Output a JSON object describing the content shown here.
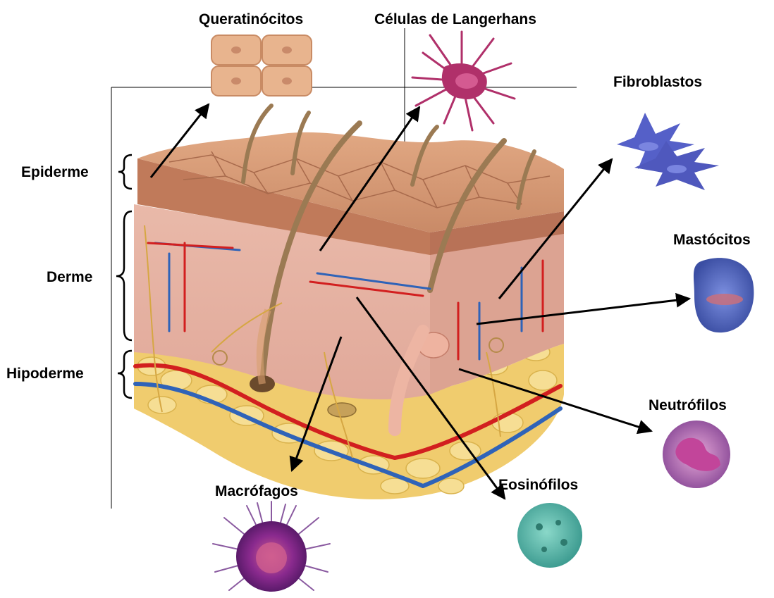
{
  "layers": {
    "epidermis": "Epiderme",
    "dermis": "Derme",
    "hypodermis": "Hipoderme"
  },
  "cells": {
    "keratinocytes": "Queratinócitos",
    "langerhans": "Células de Langerhans",
    "fibroblasts": "Fibroblastos",
    "mast_cells": "Mastócitos",
    "neutrophils": "Neutrófilos",
    "eosinophils": "Eosinófilos",
    "macrophages": "Macrófagos"
  },
  "colors": {
    "skin_surface": "#d9a17e",
    "dermis": "#e7b7a8",
    "fat": "#f2d27a",
    "artery": "#d21f1f",
    "vein": "#2f63b8",
    "hair": "#9b7a53",
    "keratinocyte": "#e8b48e",
    "langerhans": "#b0306a",
    "fibroblast": "#5560c8",
    "mast_cell": "#4f63b5",
    "neutrophil": "#9a4c9c",
    "eosinophil": "#5fb7aa",
    "macrophage": "#7a2a86"
  }
}
